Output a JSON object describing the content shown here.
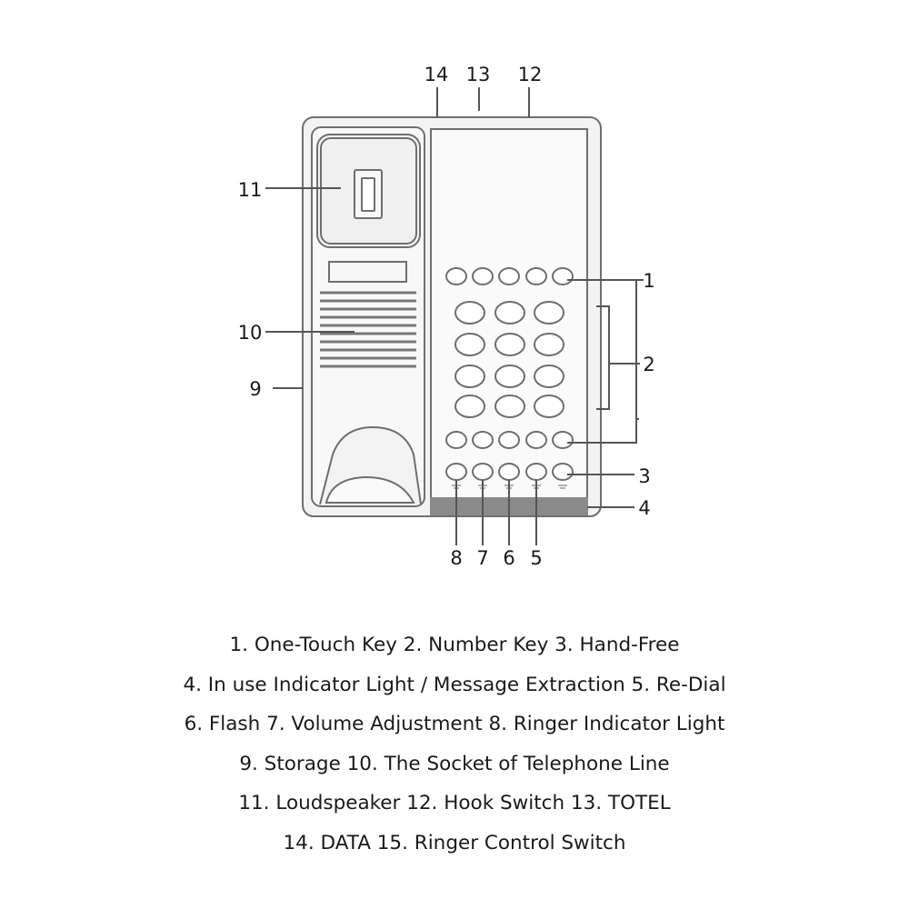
{
  "callouts": {
    "c1": "1",
    "c2": "2",
    "c3": "3",
    "c4": "4",
    "c5": "5",
    "c6": "6",
    "c7": "7",
    "c8": "8",
    "c9": "9",
    "c10": "10",
    "c11": "11",
    "c12": "12",
    "c13": "13",
    "c14": "14"
  },
  "legend": [
    "1. One-Touch Key 2. Number Key 3. Hand-Free",
    "4. In use Indicator Light / Message Extraction 5. Re-Dial",
    "6. Flash 7. Volume Adjustment 8. Ringer Indicator Light",
    "9. Storage 10. The Socket of Telephone Line",
    "11. Loudspeaker 12. Hook Switch 13. TOTEL",
    "14. DATA 15. Ringer Control Switch"
  ],
  "colors": {
    "outline": "#6f6f6f",
    "body_fill": "#f3f3f3",
    "indicator_strip": "#8a8a8a"
  }
}
